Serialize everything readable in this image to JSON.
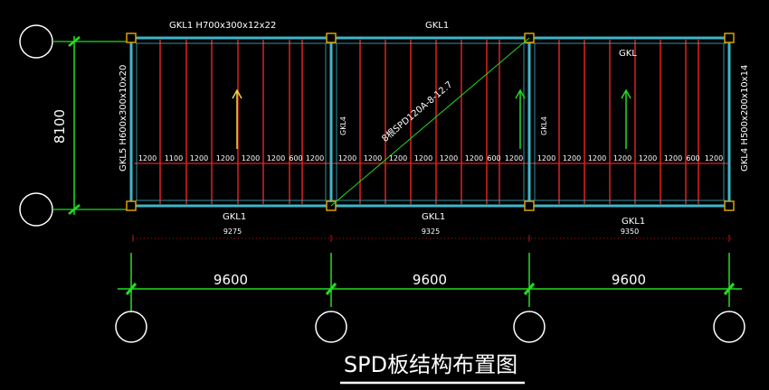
{
  "colors": {
    "background": "#000000",
    "grid_axis": "#ffffff",
    "beam": "#3fb6c8",
    "slab_joint": "#e02020",
    "dimension": "#22dd22",
    "arrow_yellow": "#e6d84a",
    "arrow_green": "#22dd22",
    "column": "#e0a000"
  },
  "title": "SPD板结构布置图",
  "beams": {
    "top_left": "GKL1  H700x300x12x22",
    "top_mid": "GKL1",
    "top_right": "GKL",
    "bottom_left": "GKL1",
    "bottom_mid": "GKL1",
    "bottom_right": "GKL1",
    "left_col_label": "GKL5 H600x300x10x20",
    "inner_left": "GKL4",
    "inner_right": "GKL4",
    "right_col_label": "GKL4 H500x200x10x14"
  },
  "diagonal_label": "8根SPD120A-8-12.7",
  "panels": {
    "bay1": [
      "1200",
      "1100",
      "1200",
      "1200",
      "1200",
      "1200",
      "600",
      "1200"
    ],
    "bay2": [
      "1200",
      "1200",
      "1200",
      "1200",
      "1200",
      "1200",
      "600",
      "1200"
    ],
    "bay3": [
      "1200",
      "1200",
      "1200",
      "1200",
      "1200",
      "1200",
      "600",
      "1200"
    ]
  },
  "span_lengths": [
    "9275",
    "9325",
    "9350"
  ],
  "bay_dims": [
    "9600",
    "9600",
    "9600"
  ],
  "vertical_dim": "8100"
}
